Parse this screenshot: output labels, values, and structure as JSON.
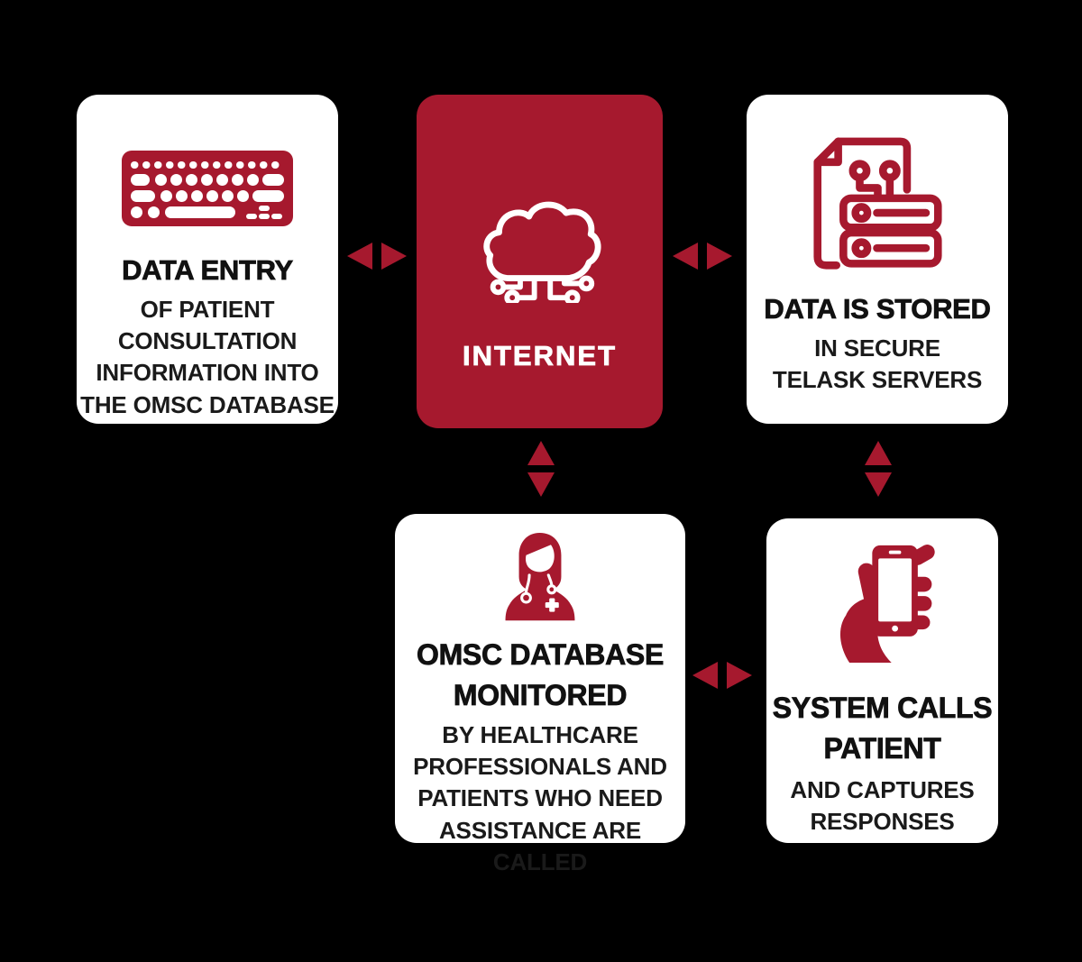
{
  "colors": {
    "background": "#000000",
    "card": "#ffffff",
    "accent": "#A6192E",
    "heading": "#111111",
    "body_text": "#1a1a1a"
  },
  "cards": {
    "data_entry": {
      "icon": "keyboard-icon",
      "title": "DATA ENTRY",
      "body_lines": [
        "OF PATIENT",
        "CONSULTATION",
        "INFORMATION INTO",
        "THE OMSC DATABASE"
      ]
    },
    "internet": {
      "icon": "cloud-network-icon",
      "title": "INTERNET"
    },
    "data_stored": {
      "icon": "document-server-icon",
      "title": "DATA IS STORED",
      "body_lines": [
        "IN SECURE",
        "TELASK SERVERS"
      ]
    },
    "omsc_monitored": {
      "icon": "nurse-icon",
      "title_lines": [
        "OMSC DATABASE",
        "MONITORED"
      ],
      "body_lines": [
        "BY HEALTHCARE",
        "PROFESSIONALS AND",
        "PATIENTS WHO NEED",
        "ASSISTANCE ARE CALLED"
      ]
    },
    "system_calls": {
      "icon": "hand-phone-icon",
      "title_lines": [
        "SYSTEM CALLS",
        "PATIENT"
      ],
      "body_lines": [
        "AND CAPTURES",
        "RESPONSES"
      ]
    }
  }
}
